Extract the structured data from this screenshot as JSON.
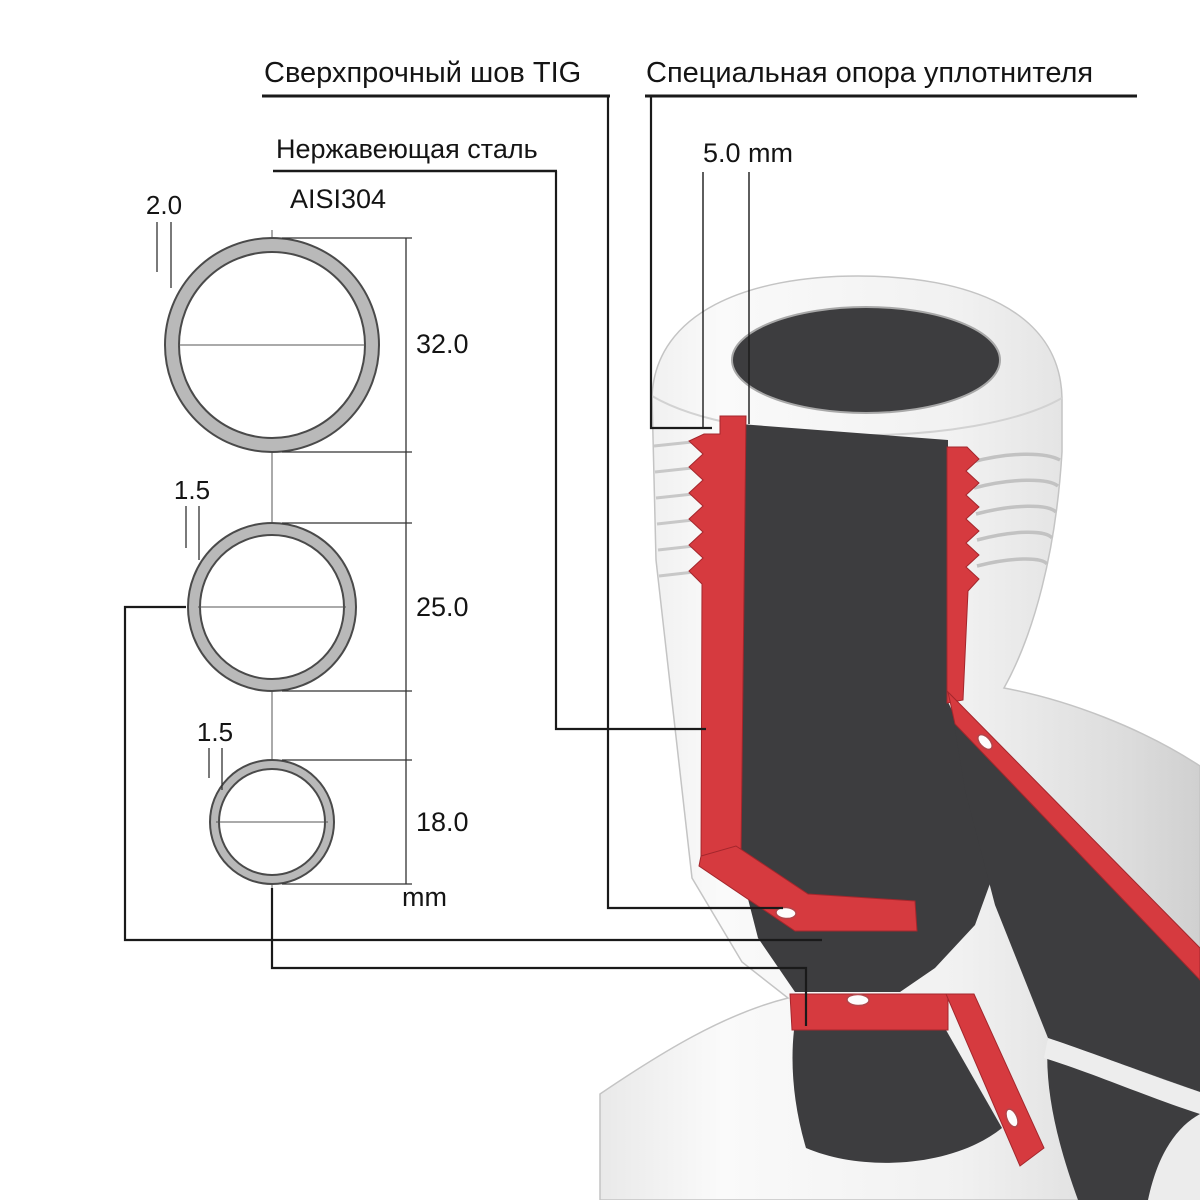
{
  "labels": {
    "tig_seam": "Сверхпрочный шов TIG",
    "seal_support": "Специальная опора уплотнителя",
    "material": "Нержавеющая сталь",
    "alloy": "AISI304",
    "wall_thickness_top": "5.0 mm",
    "unit": "mm"
  },
  "pipes": [
    {
      "diameter": "32.0",
      "wall": "2.0"
    },
    {
      "diameter": "25.0",
      "wall": "1.5"
    },
    {
      "diameter": "18.0",
      "wall": "1.5"
    }
  ],
  "colors": {
    "cut_face": "#d63a3f",
    "interior": "#3d3d3f",
    "line": "#1a1a1a"
  }
}
